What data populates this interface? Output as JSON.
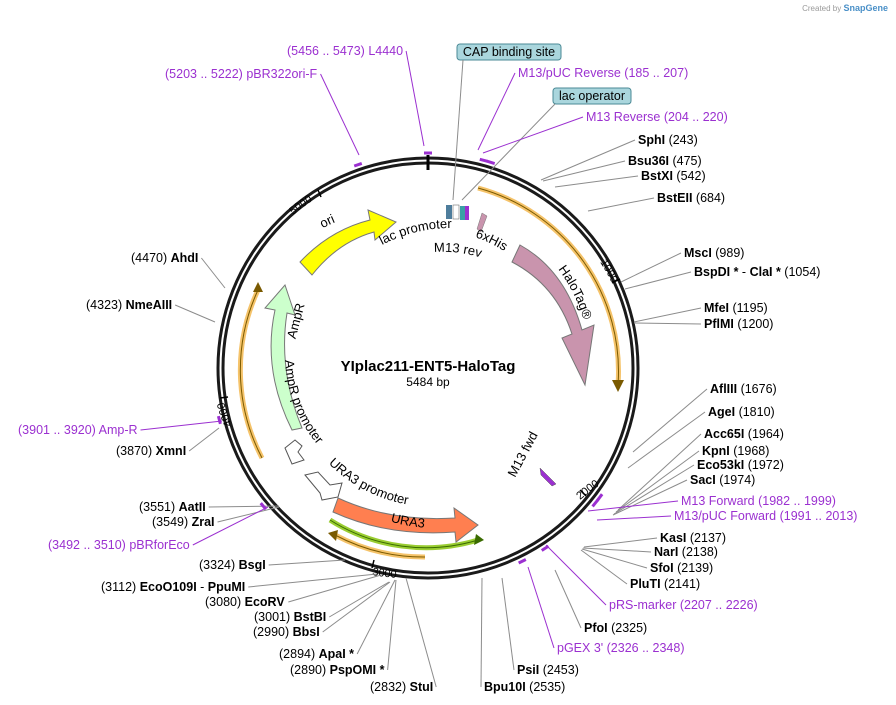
{
  "credit": {
    "prefix": "Created by",
    "brand": "SnapGene"
  },
  "plasmid": {
    "name": "YIplac211-ENT5-HaloTag",
    "size_label": "5484 bp"
  },
  "ticks": [
    "1000",
    "2000",
    "3000",
    "4000",
    "5000"
  ],
  "boxed_features": [
    {
      "label": "CAP binding site"
    },
    {
      "label": "lac operator"
    }
  ],
  "features": [
    {
      "label": "ori"
    },
    {
      "label": "lac promoter"
    },
    {
      "label": "M13 rev"
    },
    {
      "label": "6xHis"
    },
    {
      "label": "HaloTag®"
    },
    {
      "label": "AmpR"
    },
    {
      "label": "AmpR promoter"
    },
    {
      "label": "URA3 promoter"
    },
    {
      "label": "URA3"
    },
    {
      "label": "M13 fwd"
    }
  ],
  "enzymes": [
    {
      "name": "SphI",
      "pos": "(243)"
    },
    {
      "name": "Bsu36I",
      "pos": "(475)"
    },
    {
      "name": "BstXI",
      "pos": "(542)"
    },
    {
      "name": "BstEII",
      "pos": "(684)"
    },
    {
      "name": "MscI",
      "pos": "(989)"
    },
    {
      "name": "BspDI *",
      "sep": "-",
      "name2": "ClaI *",
      "pos": "(1054)"
    },
    {
      "name": "MfeI",
      "pos": "(1195)"
    },
    {
      "name": "PflMI",
      "pos": "(1200)"
    },
    {
      "name": "AflIII",
      "pos": "(1676)"
    },
    {
      "name": "AgeI",
      "pos": "(1810)"
    },
    {
      "name": "Acc65I",
      "pos": "(1964)"
    },
    {
      "name": "KpnI",
      "pos": "(1968)"
    },
    {
      "name": "Eco53kI",
      "pos": "(1972)"
    },
    {
      "name": "SacI",
      "pos": "(1974)"
    },
    {
      "name": "KasI",
      "pos": "(2137)"
    },
    {
      "name": "NarI",
      "pos": "(2138)"
    },
    {
      "name": "SfoI",
      "pos": "(2139)"
    },
    {
      "name": "PluTI",
      "pos": "(2141)"
    },
    {
      "name": "PfoI",
      "pos": "(2325)"
    },
    {
      "name": "PsiI",
      "pos": "(2453)"
    },
    {
      "name": "Bpu10I",
      "pos": "(2535)"
    },
    {
      "name": "StuI",
      "pos": "(2832)"
    },
    {
      "name": "PspOMI *",
      "pos": "(2890)"
    },
    {
      "name": "ApaI *",
      "pos": "(2894)"
    },
    {
      "name": "BbsI",
      "pos": "(2990)"
    },
    {
      "name": "BstBI",
      "pos": "(3001)"
    },
    {
      "name": "EcoRV",
      "pos": "(3080)"
    },
    {
      "name": "EcoO109I",
      "sep": "-",
      "name2": "PpuMI",
      "pos": "(3112)"
    },
    {
      "name": "BsgI",
      "pos": "(3324)"
    },
    {
      "name": "ZraI",
      "pos": "(3549)"
    },
    {
      "name": "AatII",
      "pos": "(3551)"
    },
    {
      "name": "XmnI",
      "pos": "(3870)"
    },
    {
      "name": "NmeAIII",
      "pos": "(4323)"
    },
    {
      "name": "AhdI",
      "pos": "(4470)"
    }
  ],
  "primers": [
    {
      "name": "L4440",
      "range": "(5456 .. 5473)"
    },
    {
      "name": "pBR322ori-F",
      "range": "(5203 .. 5222)"
    },
    {
      "name": "M13/pUC Reverse",
      "range": "(185 .. 207)"
    },
    {
      "name": "M13 Reverse",
      "range": "(204 .. 220)"
    },
    {
      "name": "M13 Forward",
      "range": "(1982 .. 1999)"
    },
    {
      "name": "M13/pUC Forward",
      "range": "(1991 .. 2013)"
    },
    {
      "name": "pRS-marker",
      "range": "(2207 .. 2226)"
    },
    {
      "name": "pGEX 3'",
      "range": "(2326 .. 2348)"
    },
    {
      "name": "Amp-R",
      "range": "(3901 .. 3920)"
    },
    {
      "name": "pBRforEco",
      "range": "(3492 .. 3510)"
    }
  ],
  "colors": {
    "backbone": "#1a1a1a",
    "ori": "#ffff00",
    "halotag": "#c994ad",
    "ampr": "#ccffcc",
    "ura3": "#ff7f50",
    "primer": "#9b30d0",
    "orf_fill": "#f5c36a",
    "box_fill": "#aad6dd"
  }
}
